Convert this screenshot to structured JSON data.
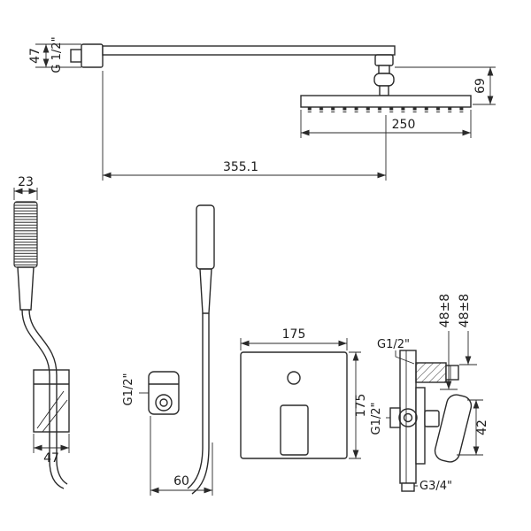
{
  "colors": {
    "background": "#ffffff",
    "line": "#2a2a2a",
    "text": "#1c1c1c"
  },
  "rain_shower": {
    "flange_height": "47",
    "wall_thread": "G 1/2\"",
    "head_drop": "69",
    "head_width": "250",
    "arm_projection": "355.1"
  },
  "hand_shower": {
    "handle_width": "23",
    "bracket_width": "47",
    "outlet_thread": "G1/2\"",
    "outlet_projection": "60"
  },
  "mixer": {
    "plate_width": "175",
    "plate_height": "175",
    "top_outlet_thread": "G1/2\"",
    "depth_a": "48±8",
    "depth_b": "48±8",
    "inlet_thread": "G1/2\"",
    "handle_width": "42",
    "bottom_outlet_thread": "G3/4\""
  }
}
